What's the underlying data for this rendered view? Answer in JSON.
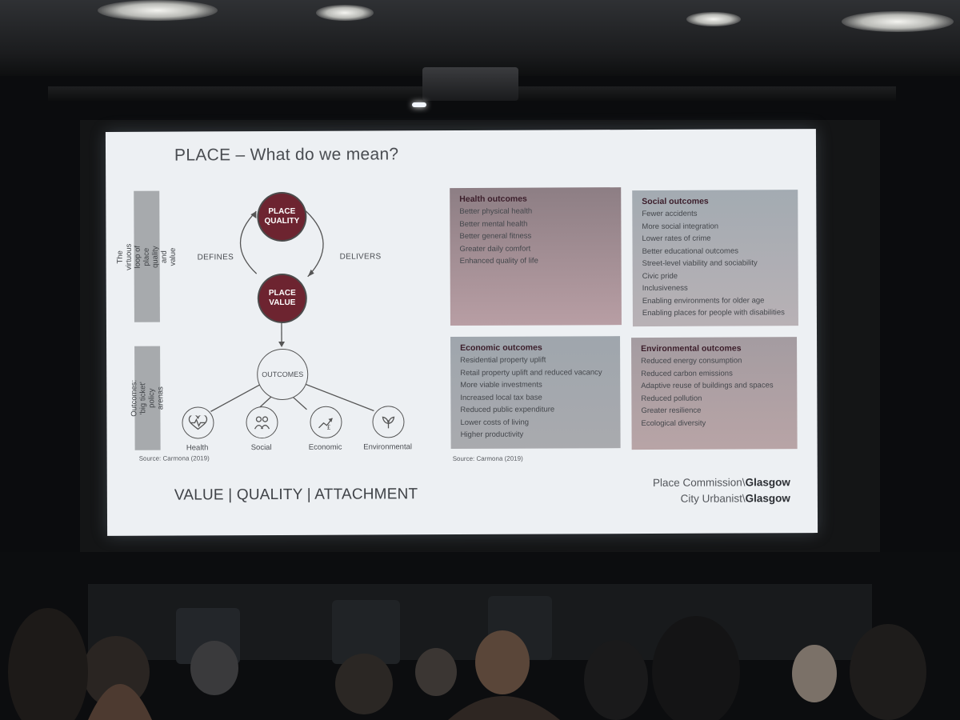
{
  "slide": {
    "title": "PLACE – What do we mean?",
    "side_label_top": "The virtuous loop of place quality and value",
    "side_label_bottom": "Outcomes: 'big ticket' policy arenas",
    "diagram": {
      "node_quality_line1": "PLACE",
      "node_quality_line2": "QUALITY",
      "node_value_line1": "PLACE",
      "node_value_line2": "VALUE",
      "defines": "DEFINES",
      "delivers": "DELIVERS",
      "outcomes": "OUTCOMES",
      "icons": [
        {
          "label": "Health",
          "icon": "heartbeat-icon"
        },
        {
          "label": "Social",
          "icon": "people-icon"
        },
        {
          "label": "Economic",
          "icon": "pound-growth-icon"
        },
        {
          "label": "Environmental",
          "icon": "leaf-icon"
        }
      ],
      "source": "Source: Carmona (2019)"
    },
    "panels": {
      "health": {
        "title": "Health outcomes",
        "items": [
          "Better physical health",
          "Better mental health",
          "Better general fitness",
          "Greater daily comfort",
          "Enhanced quality of life"
        ]
      },
      "social": {
        "title": "Social outcomes",
        "items": [
          "Fewer accidents",
          "More social integration",
          "Lower rates of crime",
          "Better educational outcomes",
          "Street-level viability and sociability",
          "Civic pride",
          "Inclusiveness",
          "Enabling environments for older age",
          "Enabling places for people with disabilities"
        ]
      },
      "economic": {
        "title": "Economic outcomes",
        "items": [
          "Residential property uplift",
          "Retail property uplift and reduced vacancy",
          "More viable investments",
          "Increased local tax base",
          "Reduced public expenditure",
          "Lower costs of living",
          "Higher productivity"
        ]
      },
      "environmental": {
        "title": "Environmental outcomes",
        "items": [
          "Reduced energy consumption",
          "Reduced carbon emissions",
          "Adaptive reuse of buildings and spaces",
          "Reduced pollution",
          "Greater resilience",
          "Ecological diversity"
        ]
      },
      "source": "Source: Carmona (2019)"
    },
    "footer_left": "VALUE | QUALITY | ATTACHMENT",
    "footer_right_1_prefix": "Place Commission\\",
    "footer_right_1_bold": "Glasgow",
    "footer_right_2_prefix": "City Urbanist\\",
    "footer_right_2_bold": "Glasgow"
  },
  "colors": {
    "node_fill": "#6d2430",
    "health_gradient": [
      "#8a7a80",
      "#b79ea4"
    ],
    "social_gradient": [
      "#a2aab1",
      "#b7b0b4"
    ],
    "economic_gradient": [
      "#9ea5ac",
      "#a8a9ad"
    ],
    "environmental_gradient": [
      "#a39ba0",
      "#b7a3a5"
    ]
  }
}
